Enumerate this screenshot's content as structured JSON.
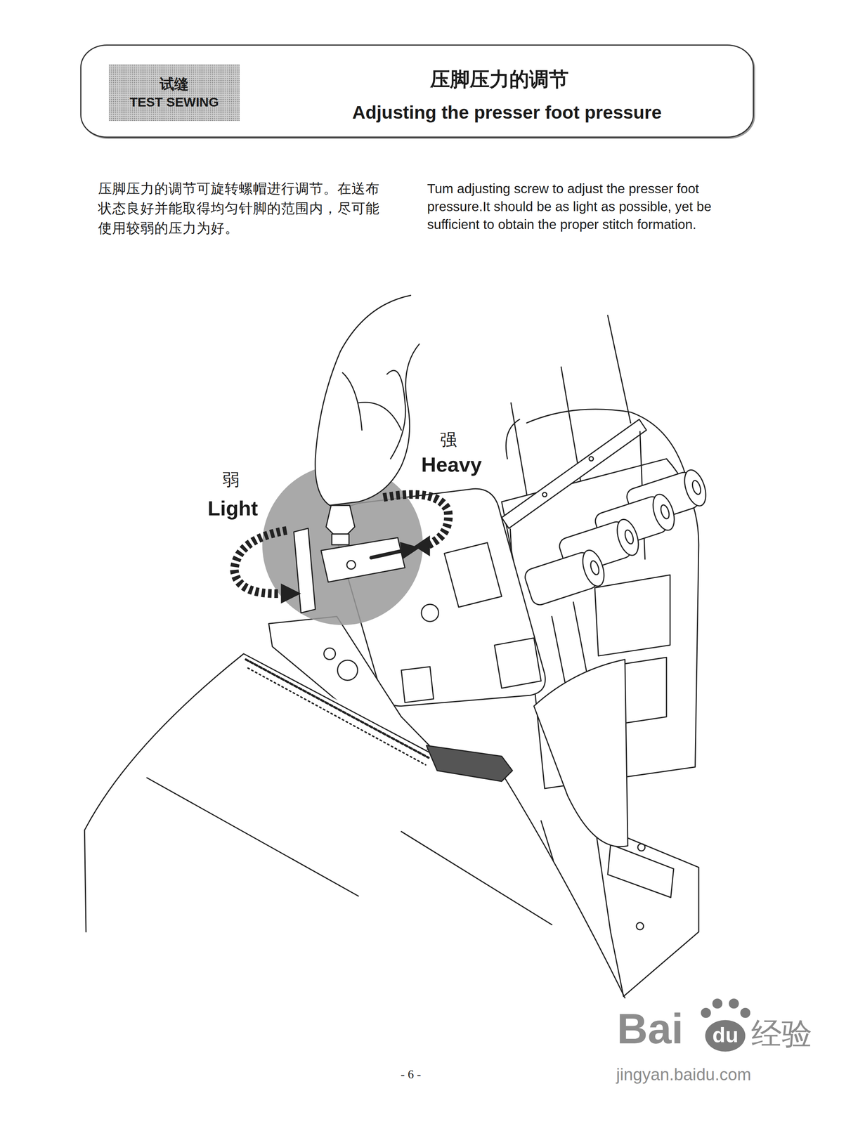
{
  "diagram": {
    "nodes": [
      {
        "text": [
          "压脚压力的调节",
          "Adjusting the presser foot pressure"
        ]
      },
      {
        "text": [
          "试缝",
          "TEST SEWING"
        ],
        "in": 0
      }
    ],
    "labels": [
      "压脚压力的调节可旋转螺帽进行调节。在送布状态良好并能取得均匀针脚的范围内，尽可能使用较弱的压力为好。",
      "Tum adjusting screw to adjust the presser foot pressure.It should be as light as possible, yet be sufficient to obtain the proper stitch formation.",
      "强",
      "Heavy",
      "弱",
      "Light",
      "- 6 -",
      "Bai",
      "du",
      "经验",
      "jingyan.baidu.com"
    ]
  }
}
